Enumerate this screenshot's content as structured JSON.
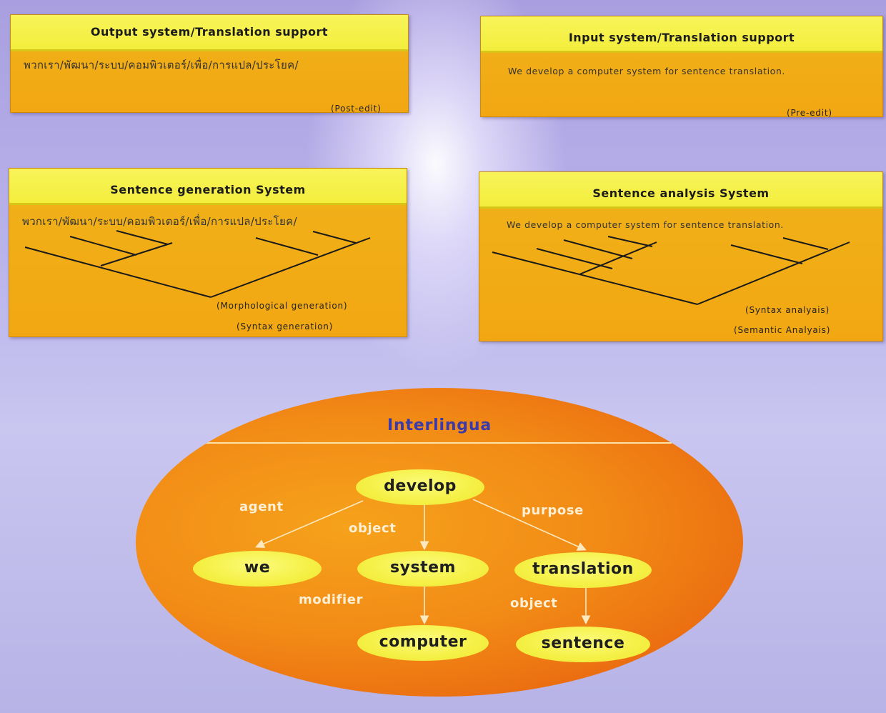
{
  "panels": {
    "output": {
      "title": "Output system/Translation  support",
      "text": "พวกเรา/พัฒนา/ระบบ/คอมพิวเตอร์/เพื่อ/การแปล/ประโยค/",
      "note": "(Post-edit)"
    },
    "input": {
      "title": "Input system/Translation  support",
      "text": "We develop a computer system for sentence translation.",
      "note": "(Pre-edit)"
    },
    "generation": {
      "title": "Sentence  generation  System",
      "text": "พวกเรา/พัฒนา/ระบบ/คอมพิวเตอร์/เพื่อ/การแปล/ประโยค/",
      "note1": "(Morphological  generation)",
      "note2": "(Syntax  generation)"
    },
    "analysis": {
      "title": "Sentence  analysis  System",
      "text": "We develop a computer system for sentence translation.",
      "note1": "(Syntax  analyais)",
      "note2": "(Semantic  Analyais)"
    }
  },
  "interlingua": {
    "title": "Interlingua",
    "nodes": {
      "develop": "develop",
      "we": "we",
      "system": "system",
      "translation": "translation",
      "computer": "computer",
      "sentence": "sentence"
    },
    "relations": {
      "agent": "agent",
      "object1": "object",
      "purpose": "purpose",
      "modifier": "modifier",
      "object2": "object"
    }
  },
  "colors": {
    "panel_body": "#f2a712",
    "panel_header": "#f3ee3c",
    "oval": "#f28b16",
    "node": "#f5f045",
    "title_blue": "#3b3aa8"
  }
}
